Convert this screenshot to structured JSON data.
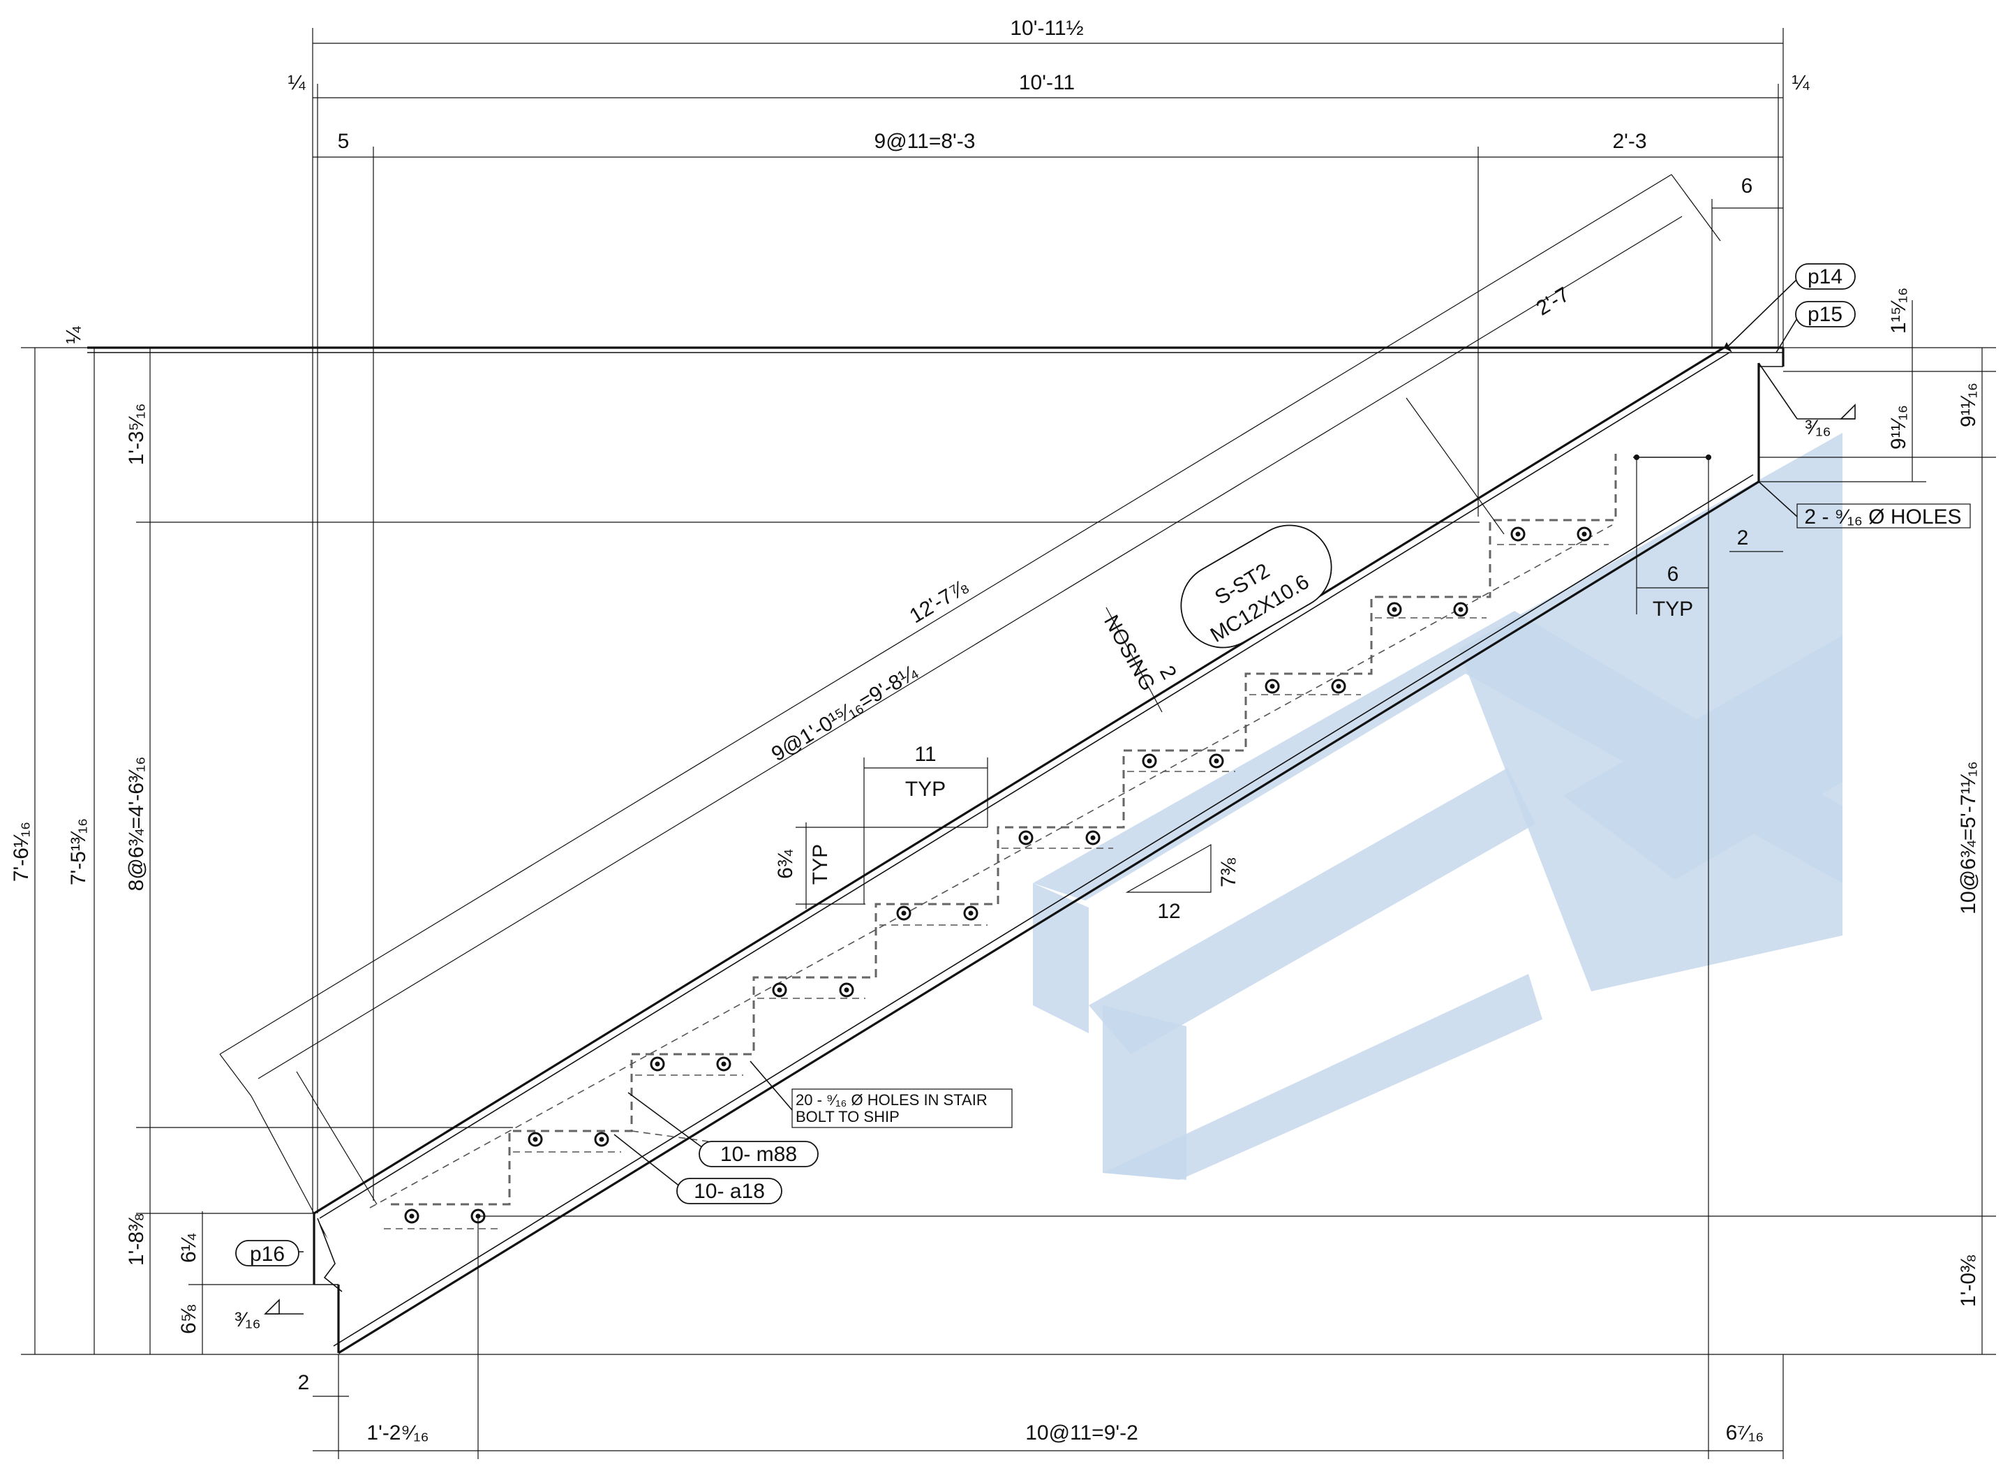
{
  "colors": {
    "watermark": "#c6d8ec",
    "line": "#111111",
    "hidden_line": "#666666"
  },
  "dims": {
    "top_overall": "10'-11½",
    "top_inner": "10'-11",
    "top_left_quarter": "¼",
    "top_right_quarter": "¼",
    "left_five": "5",
    "tread_spacing": "9@11=8'-3",
    "right_top": "2'-3",
    "right_six": "6",
    "stringer_2_7": "2'-7",
    "left_quarter_mid": "¼",
    "slope_length": "12'-7⅞",
    "slope_spacing": "9@1'-0¹⁵⁄₁₆=9'-8¼",
    "nosing_label": "NOSING",
    "nosing_value": "2",
    "tread_eleven": "11",
    "typ": "TYP",
    "riser_634": "6¾",
    "slope_rise": "7⅜",
    "slope_run": "12",
    "left_overall": "7'-6¹⁄₁₆",
    "left_2": "7'-5¹³⁄₁₆",
    "left_riser_spacing": "8@6¾=4'-6³⁄₁₆",
    "left_top": "1'-3⁵⁄₁₆",
    "left_bottom": "1'-8⅜",
    "left_614": "6¼",
    "left_658": "6⅝",
    "bottom_two": "2",
    "bottom_left": "1'-2⁹⁄₁₆",
    "bottom_spacing": "10@11=9'-2",
    "bottom_right": "6⁷⁄₁₆",
    "right_1_15_16": "1¹⁵⁄₁₆",
    "right_9_11_16a": "9¹¹⁄₁₆",
    "right_9_11_16b": "9¹¹⁄₁₆",
    "right_riser_spacing": "10@6¾=5'-7¹¹⁄₁₆",
    "right_bottom": "1'-0⅜",
    "right_typ6": "6",
    "right_typ": "TYP",
    "right_two": "2",
    "weld_top": "³⁄₁₆",
    "weld_bottom": "³⁄₁₆"
  },
  "labels": {
    "p14": "p14",
    "p15": "p15",
    "p16": "p16",
    "member_line1": "S-ST2",
    "member_line2": "MC12X10.6",
    "holes_top": "2 - ⁹⁄₁₆ Ø HOLES",
    "holes_stair_line1": "20 - ⁹⁄₁₆ Ø HOLES IN STAIR",
    "holes_stair_line2": "BOLT TO SHIP",
    "m88": "10- m88",
    "a18": "10- a18"
  }
}
